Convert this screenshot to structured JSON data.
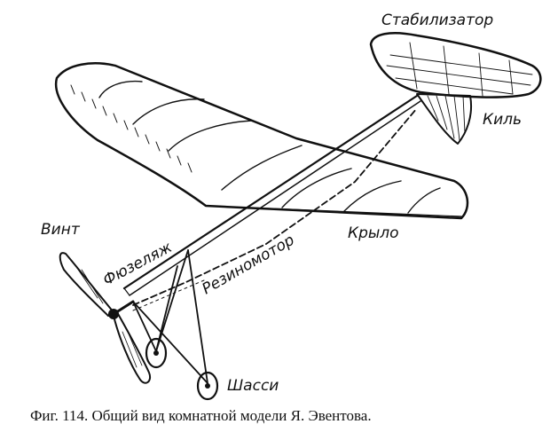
{
  "labels": {
    "stabilizer": "Стабилизатор",
    "fin": "Киль",
    "wing": "Крыло",
    "rubber_motor": "Резиномотор",
    "fuselage": "Фюзеляж",
    "propeller": "Винт",
    "landing_gear": "Шасси"
  },
  "caption": "Фиг. 114. Общий вид комнатной модели Я. Эвентова."
}
